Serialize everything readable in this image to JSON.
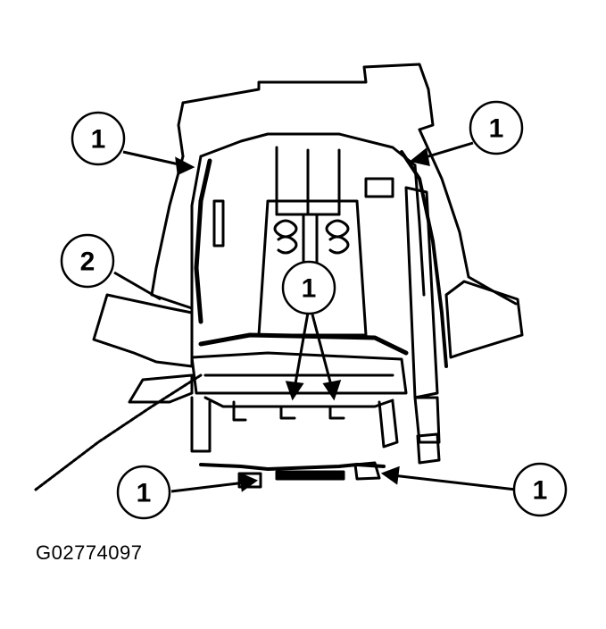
{
  "figure_id": "G02774097",
  "callouts": [
    {
      "label": "1"
    },
    {
      "label": "1"
    },
    {
      "label": "2"
    },
    {
      "label": "1"
    },
    {
      "label": "1"
    },
    {
      "label": "1"
    }
  ],
  "colors": {
    "ink": "#000000",
    "background": "#ffffff"
  }
}
